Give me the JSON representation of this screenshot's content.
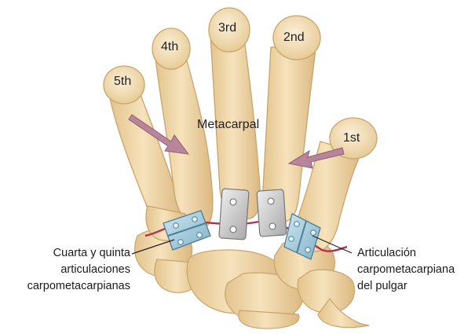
{
  "labels": {
    "digit_5": "5th",
    "digit_4": "4th",
    "digit_3": "3rd",
    "digit_2": "2nd",
    "digit_1": "1st",
    "center": "Metacarpal"
  },
  "caption_left": [
    "Cuarta y quinta",
    "articulaciones",
    "carpometacarpianas"
  ],
  "caption_right": [
    "Articulación",
    "carpometacarpiana",
    "del pulgar"
  ],
  "colors": {
    "bone": "#efd7a9",
    "bone_edge": "#c9a46b",
    "bone_tip": "#f7e7c8",
    "arrow": "#b8869b",
    "joint_line": "#b03050",
    "hinge_blue": "#9ec8dc",
    "plate_gray": "#c8c8c8"
  }
}
